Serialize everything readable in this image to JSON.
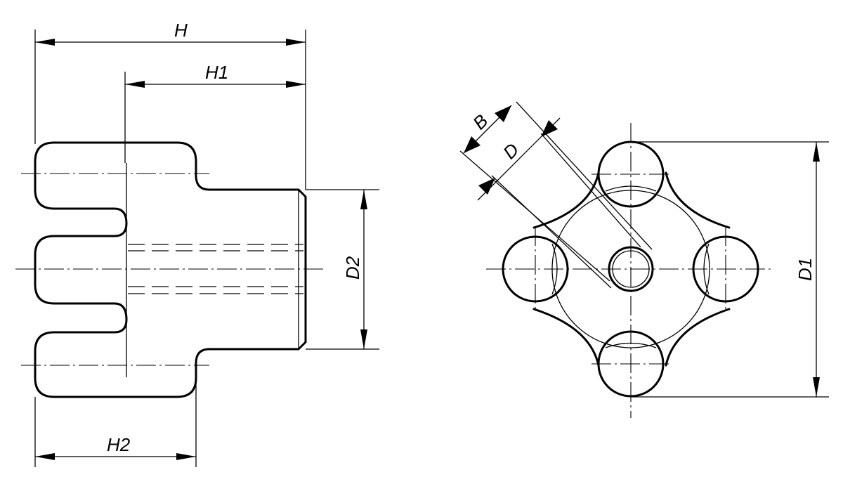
{
  "labels": {
    "H": "H",
    "H1": "H1",
    "H2": "H2",
    "D2": "D2",
    "D1": "D1",
    "B": "B",
    "D": "D"
  }
}
